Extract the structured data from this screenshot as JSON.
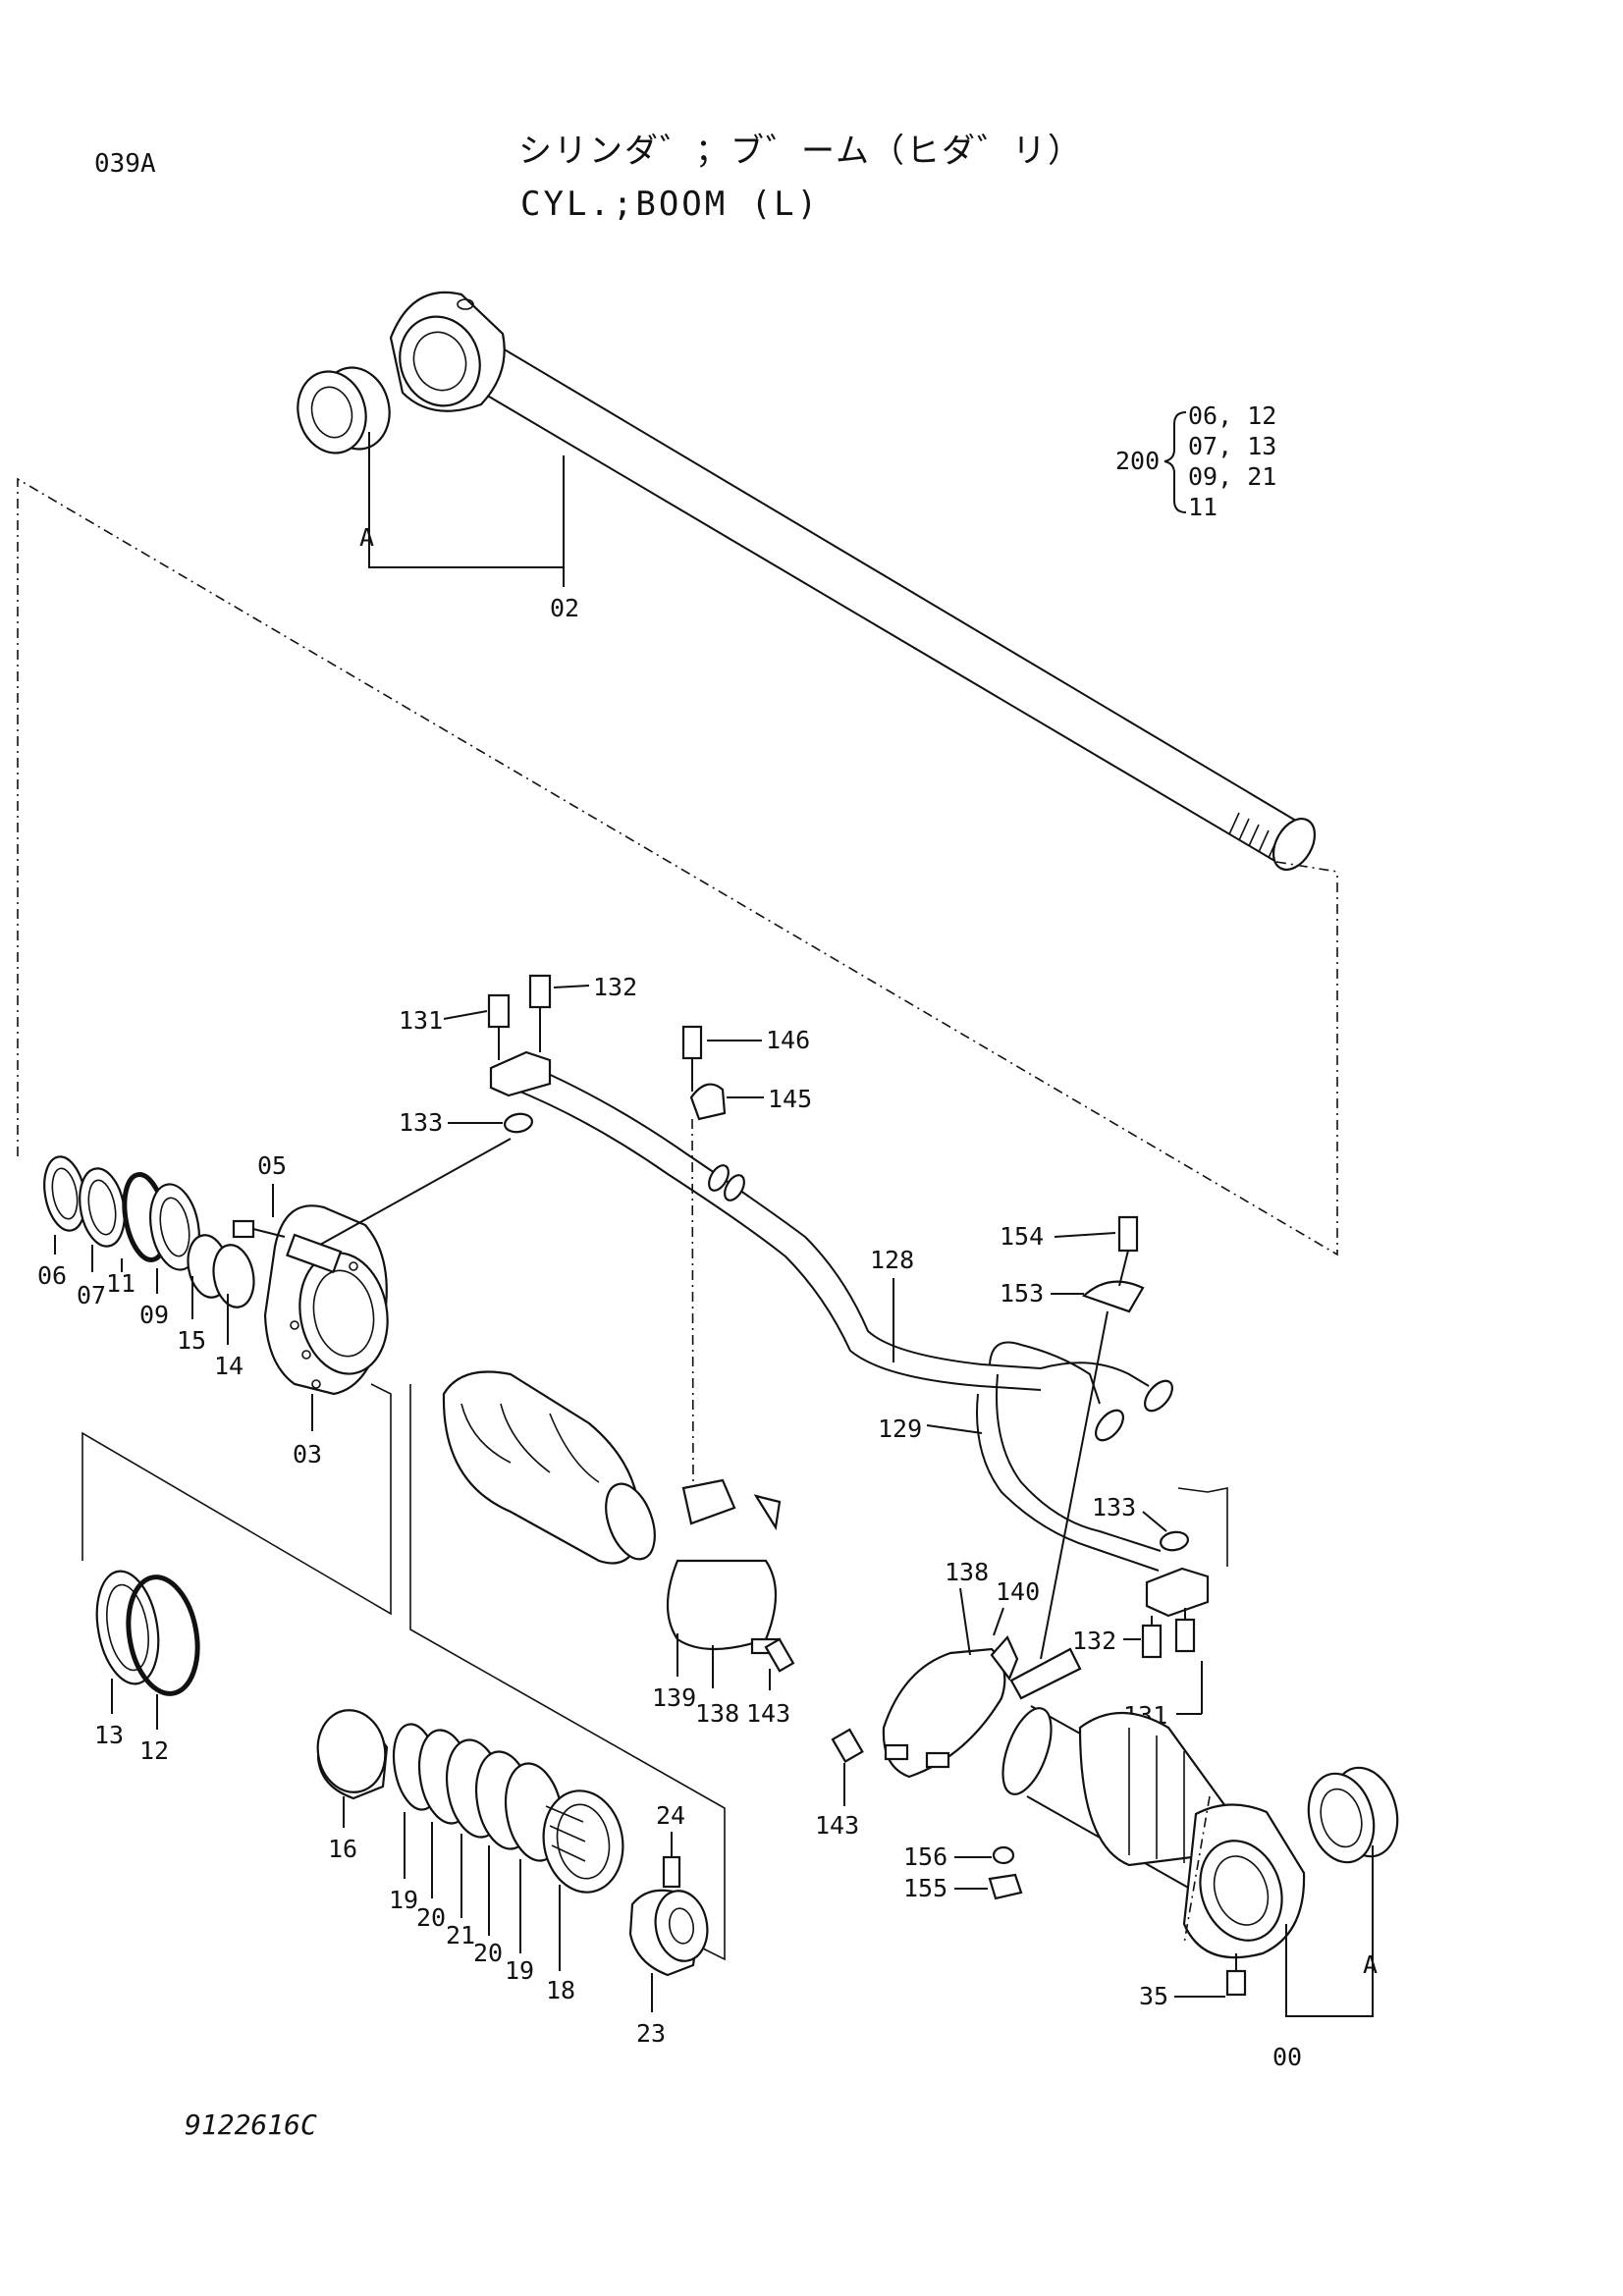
{
  "sheet": {
    "code": "039A",
    "title_jp": "シリンダ゛；ブ゛ーム（ヒダ゛リ）",
    "title_en": "CYL.;BOOM (L)",
    "footer_code": "9122616C"
  },
  "kit": {
    "number": "200",
    "rows": [
      "06, 12",
      "07, 13",
      "09, 21",
      "11"
    ]
  },
  "callouts": {
    "c02": "02",
    "cA1": "A",
    "cA2": "A",
    "c00": "00",
    "c03": "03",
    "c05": "05",
    "c06": "06",
    "c07": "07",
    "c11": "11",
    "c09": "09",
    "c15": "15",
    "c14": "14",
    "c13": "13",
    "c12": "12",
    "c16": "16",
    "c19a": "19",
    "c20a": "20",
    "c21": "21",
    "c20b": "20",
    "c19b": "19",
    "c18": "18",
    "c24": "24",
    "c23": "23",
    "c35": "35",
    "c131a": "131",
    "c132a": "132",
    "c133a": "133",
    "c146": "146",
    "c145": "145",
    "c128": "128",
    "c154": "154",
    "c153": "153",
    "c129": "129",
    "c133b": "133",
    "c138a": "138",
    "c140": "140",
    "c132b": "132",
    "c131b": "131",
    "c139": "139",
    "c138b": "138",
    "c143a": "143",
    "c143b": "143",
    "c156": "156",
    "c155": "155"
  },
  "colors": {
    "ink": "#111111",
    "paper": "#ffffff"
  }
}
